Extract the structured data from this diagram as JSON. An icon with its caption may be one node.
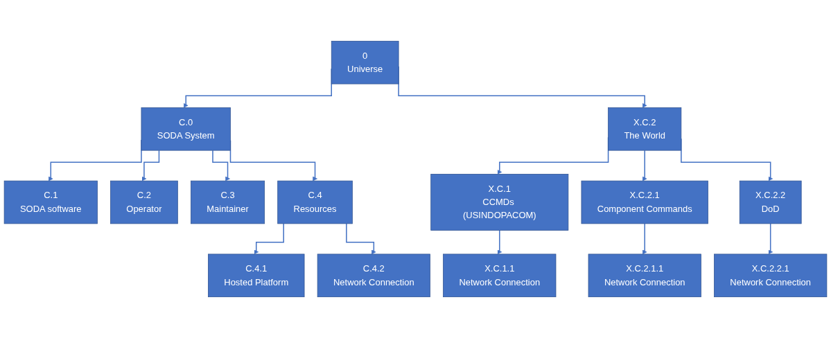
{
  "diagram": {
    "nodes": [
      {
        "text": [
          "0",
          "Universe"
        ]
      },
      {
        "text": [
          "C.0",
          "SODA System"
        ]
      },
      {
        "text": [
          "X.C.2",
          "The World"
        ]
      },
      {
        "text": [
          "C.1",
          "SODA software"
        ]
      },
      {
        "text": [
          "C.2",
          "Operator"
        ]
      },
      {
        "text": [
          "C.3",
          "Maintainer"
        ]
      },
      {
        "text": [
          "C.4",
          "Resources"
        ]
      },
      {
        "text": [
          "C.4.1",
          "Hosted Platform"
        ]
      },
      {
        "text": [
          "C.4.2",
          "Network Connection"
        ]
      },
      {
        "text": [
          "X.C.1",
          "CCMDs (USINDOPACOM)"
        ]
      },
      {
        "text": [
          "X.C.2.1",
          "Component Commands"
        ]
      },
      {
        "text": [
          "X.C.2.2",
          "DoD"
        ]
      },
      {
        "text": [
          "X.C.1.1",
          "Network Connection"
        ]
      },
      {
        "text": [
          "X.C.2.1.1",
          "Network Connection"
        ]
      },
      {
        "text": [
          "X.C.2.2.1",
          "Network Connection"
        ]
      }
    ],
    "edges": [
      {
        "from": 0,
        "to": 1,
        "arrow": "to"
      },
      {
        "from": 0,
        "to": 2,
        "arrow": "to"
      },
      {
        "from": 1,
        "to": 3,
        "arrow": "to"
      },
      {
        "from": 1,
        "to": 4,
        "arrow": "to"
      },
      {
        "from": 1,
        "to": 5,
        "arrow": "to"
      },
      {
        "from": 1,
        "to": 6,
        "arrow": "to"
      },
      {
        "from": 6,
        "to": 7,
        "arrow": "to"
      },
      {
        "from": 6,
        "to": 8,
        "arrow": "to"
      },
      {
        "from": 2,
        "to": 9,
        "arrow": "to"
      },
      {
        "from": 2,
        "to": 10,
        "arrow": "to"
      },
      {
        "from": 2,
        "to": 11,
        "arrow": "to"
      },
      {
        "from": 9,
        "to": 12,
        "arrow": "to"
      },
      {
        "from": 10,
        "to": 13,
        "arrow": "to"
      },
      {
        "from": 11,
        "to": 14,
        "arrow": "to"
      }
    ]
  }
}
